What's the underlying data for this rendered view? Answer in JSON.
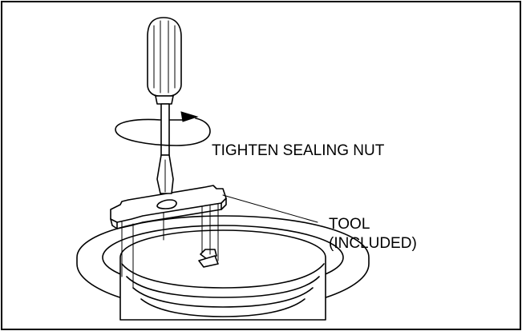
{
  "labels": {
    "tighten": "TIGHTEN SEALING NUT",
    "tool_line1": "TOOL",
    "tool_line2": "(INCLUDED)"
  },
  "icons": {
    "screwdriver": "screwdriver-icon",
    "rotation": "rotation-arrow-icon",
    "tool": "wrench-tool-icon",
    "sealing_nut": "sealing-nut-icon"
  }
}
